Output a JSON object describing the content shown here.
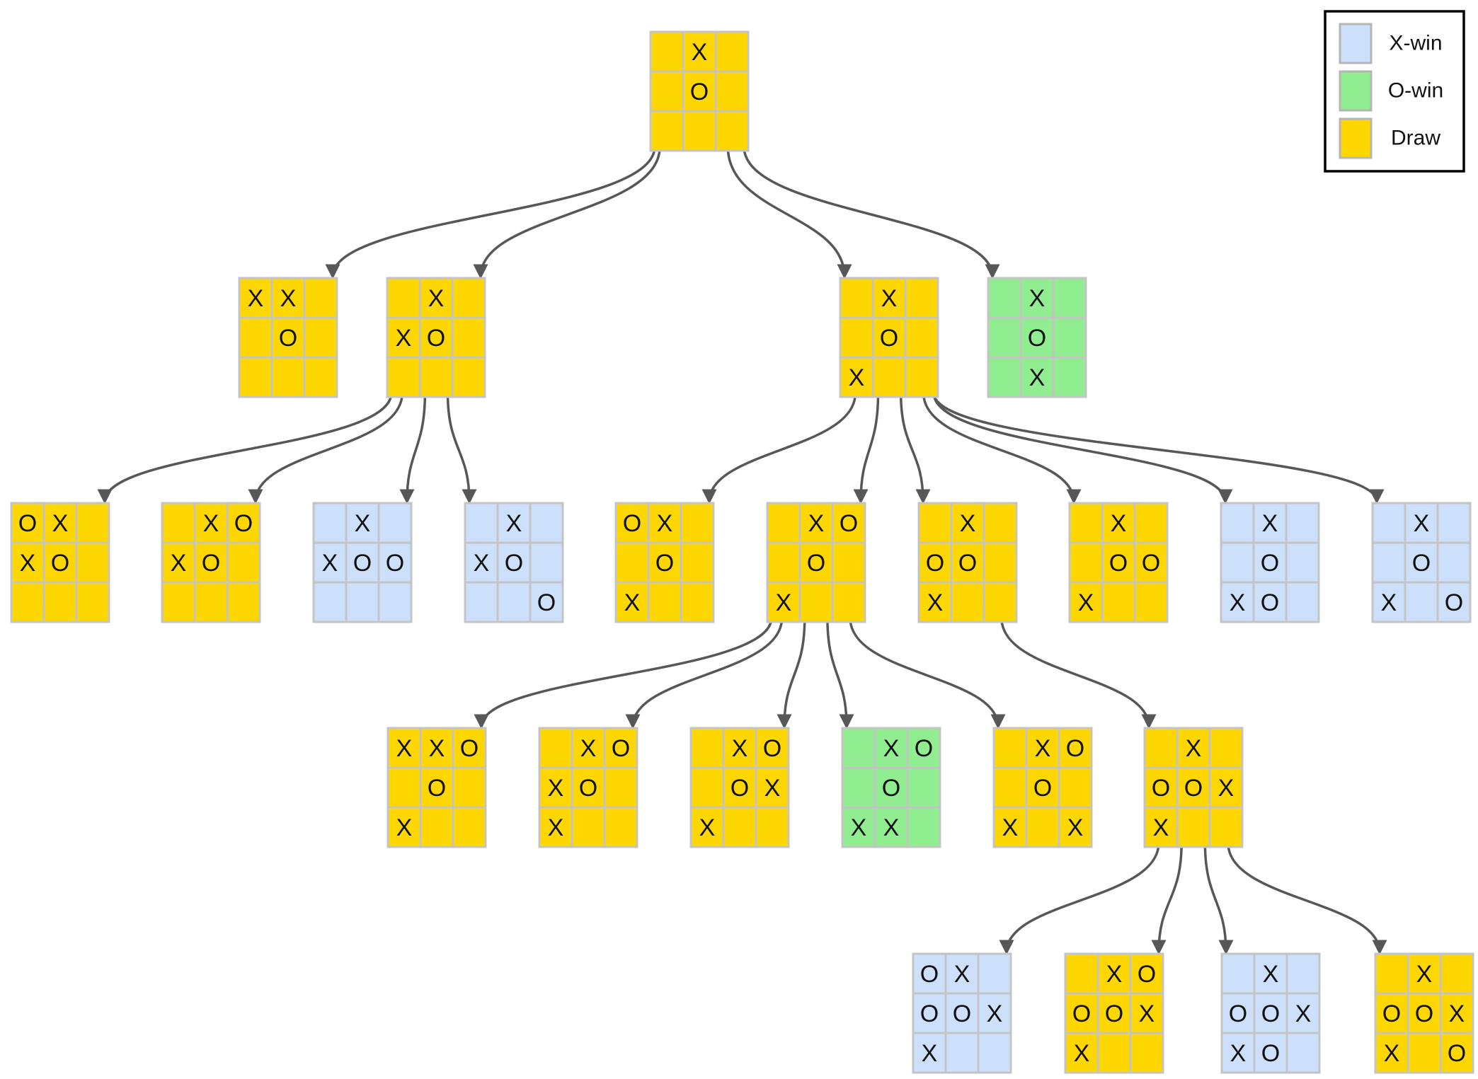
{
  "colors": {
    "x_win": "#cce0fb",
    "o_win": "#90ee90",
    "draw": "#ffd700",
    "edge": "#575757",
    "grid": "#c4c4c4"
  },
  "legend": {
    "items": [
      {
        "id": "x-win",
        "label": "X-win",
        "color": "#cce0fb"
      },
      {
        "id": "o-win",
        "label": "O-win",
        "color": "#90ee90"
      },
      {
        "id": "draw",
        "label": "Draw",
        "color": "#ffd700"
      }
    ]
  },
  "tree": {
    "nodes": [
      {
        "id": "root",
        "outcome": "draw",
        "board": [
          "",
          "X",
          "",
          "",
          "O",
          "",
          "",
          "",
          ""
        ]
      },
      {
        "id": "a1",
        "outcome": "draw",
        "board": [
          "X",
          "X",
          "",
          "",
          "O",
          "",
          "",
          "",
          ""
        ]
      },
      {
        "id": "a2",
        "outcome": "draw",
        "board": [
          "",
          "X",
          "",
          "X",
          "O",
          "",
          "",
          "",
          ""
        ]
      },
      {
        "id": "a3",
        "outcome": "draw",
        "board": [
          "",
          "X",
          "",
          "",
          "O",
          "",
          "X",
          "",
          ""
        ]
      },
      {
        "id": "a4",
        "outcome": "o_win",
        "board": [
          "",
          "X",
          "",
          "",
          "O",
          "",
          "",
          "X",
          ""
        ]
      },
      {
        "id": "b1",
        "outcome": "draw",
        "board": [
          "O",
          "X",
          "",
          "X",
          "O",
          "",
          "",
          "",
          ""
        ]
      },
      {
        "id": "b2",
        "outcome": "draw",
        "board": [
          "",
          "X",
          "O",
          "X",
          "O",
          "",
          "",
          "",
          ""
        ]
      },
      {
        "id": "b3",
        "outcome": "x_win",
        "board": [
          "",
          "X",
          "",
          "X",
          "O",
          "O",
          "",
          "",
          ""
        ]
      },
      {
        "id": "b4",
        "outcome": "x_win",
        "board": [
          "",
          "X",
          "",
          "X",
          "O",
          "",
          "",
          "",
          "O"
        ]
      },
      {
        "id": "c1",
        "outcome": "draw",
        "board": [
          "O",
          "X",
          "",
          "",
          "O",
          "",
          "X",
          "",
          ""
        ]
      },
      {
        "id": "c2",
        "outcome": "draw",
        "board": [
          "",
          "X",
          "O",
          "",
          "O",
          "",
          "X",
          "",
          ""
        ]
      },
      {
        "id": "c3",
        "outcome": "draw",
        "board": [
          "",
          "X",
          "",
          "O",
          "O",
          "",
          "X",
          "",
          ""
        ]
      },
      {
        "id": "c4",
        "outcome": "draw",
        "board": [
          "",
          "X",
          "",
          "",
          "O",
          "O",
          "X",
          "",
          ""
        ]
      },
      {
        "id": "c5",
        "outcome": "x_win",
        "board": [
          "",
          "X",
          "",
          "",
          "O",
          "",
          "X",
          "O",
          ""
        ]
      },
      {
        "id": "c6",
        "outcome": "x_win",
        "board": [
          "",
          "X",
          "",
          "",
          "O",
          "",
          "X",
          "",
          "O"
        ]
      },
      {
        "id": "d1",
        "outcome": "draw",
        "board": [
          "X",
          "X",
          "O",
          "",
          "O",
          "",
          "X",
          "",
          ""
        ]
      },
      {
        "id": "d2",
        "outcome": "draw",
        "board": [
          "",
          "X",
          "O",
          "X",
          "O",
          "",
          "X",
          "",
          ""
        ]
      },
      {
        "id": "d3",
        "outcome": "draw",
        "board": [
          "",
          "X",
          "O",
          "",
          "O",
          "X",
          "X",
          "",
          ""
        ]
      },
      {
        "id": "d4",
        "outcome": "o_win",
        "board": [
          "",
          "X",
          "O",
          "",
          "O",
          "",
          "X",
          "X",
          ""
        ]
      },
      {
        "id": "d5",
        "outcome": "draw",
        "board": [
          "",
          "X",
          "O",
          "",
          "O",
          "",
          "X",
          "",
          "X"
        ]
      },
      {
        "id": "d6",
        "outcome": "draw",
        "board": [
          "",
          "X",
          "",
          "O",
          "O",
          "X",
          "X",
          "",
          ""
        ]
      },
      {
        "id": "e1",
        "outcome": "x_win",
        "board": [
          "O",
          "X",
          "",
          "O",
          "O",
          "X",
          "X",
          "",
          ""
        ]
      },
      {
        "id": "e2",
        "outcome": "draw",
        "board": [
          "",
          "X",
          "O",
          "O",
          "O",
          "X",
          "X",
          "",
          ""
        ]
      },
      {
        "id": "e3",
        "outcome": "x_win",
        "board": [
          "",
          "X",
          "",
          "O",
          "O",
          "X",
          "X",
          "O",
          ""
        ]
      },
      {
        "id": "e4",
        "outcome": "draw",
        "board": [
          "",
          "X",
          "",
          "O",
          "O",
          "X",
          "X",
          "",
          "O"
        ]
      }
    ],
    "edges": [
      [
        "root",
        "a1"
      ],
      [
        "root",
        "a2"
      ],
      [
        "root",
        "a3"
      ],
      [
        "root",
        "a4"
      ],
      [
        "a2",
        "b1"
      ],
      [
        "a2",
        "b2"
      ],
      [
        "a2",
        "b3"
      ],
      [
        "a2",
        "b4"
      ],
      [
        "a3",
        "c1"
      ],
      [
        "a3",
        "c2"
      ],
      [
        "a3",
        "c3"
      ],
      [
        "a3",
        "c4"
      ],
      [
        "a3",
        "c5"
      ],
      [
        "a3",
        "c6"
      ],
      [
        "c2",
        "d1"
      ],
      [
        "c2",
        "d2"
      ],
      [
        "c2",
        "d3"
      ],
      [
        "c2",
        "d4"
      ],
      [
        "c2",
        "d5"
      ],
      [
        "c3",
        "d6"
      ],
      [
        "d6",
        "e1"
      ],
      [
        "d6",
        "e2"
      ],
      [
        "d6",
        "e3"
      ],
      [
        "d6",
        "e4"
      ]
    ]
  }
}
